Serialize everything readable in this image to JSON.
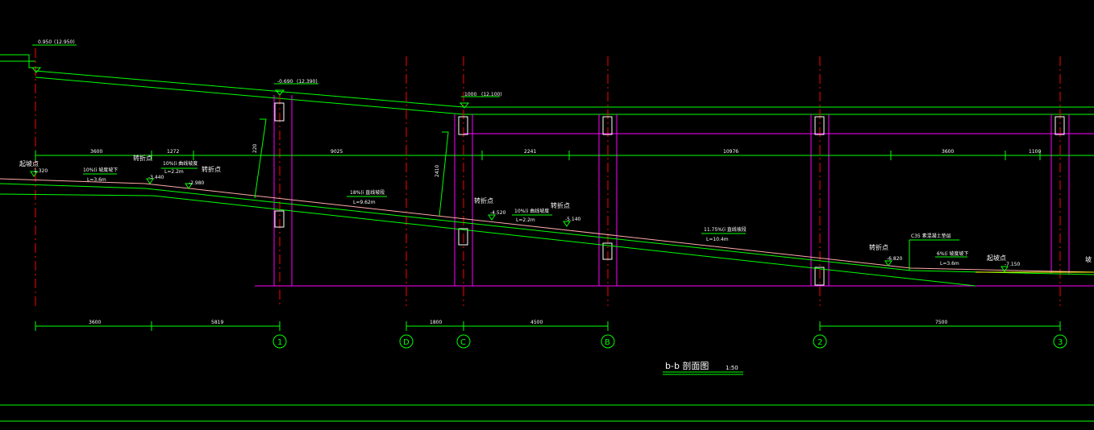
{
  "colors": {
    "background": "#000000",
    "structure": "#00ff00",
    "axis": "#ff0000",
    "column": "#ff00ff",
    "text": "#ffffff",
    "slope_top": "#ffaaaa",
    "tread": "#ffff00"
  },
  "elevations": {
    "top_left": "0.950",
    "top_left_note": "(12.950)",
    "top_mid": "-0.690",
    "top_mid_note": "(12.390)",
    "top_c": "1000",
    "top_c_note": "(12.100)"
  },
  "top_dimensions": [
    "3600",
    "1272",
    "9025",
    "2241",
    "10976",
    "3600",
    "1100"
  ],
  "bottom_dimensions": [
    "3600",
    "5819",
    "1800",
    "4500",
    "7500"
  ],
  "vertical_dims": [
    "220",
    "2410"
  ],
  "slope_notes": {
    "start_point": "起坡点",
    "start_elev": "1.320",
    "slope1": "10%(i 坡度坡下",
    "slope1_len": "L=3.6m",
    "turn1": "转折点",
    "turn1_elev": "-3.440",
    "curve1": "10%(i 曲线坡度",
    "curve1_len": "L=2.2m",
    "turn2": "转折点",
    "turn2_elev": "-2.980",
    "slope2": "18%(i 直线坡段",
    "slope2_len": "L=9.62m",
    "turn3": "转折点",
    "turn3_elev": "-4.520",
    "curve2": "10%(i 曲线坡度",
    "curve2_len": "L=2.2m",
    "turn4": "转折点",
    "turn4_elev": "-5.140",
    "slope3": "11.75%(i 直线坡段",
    "slope3_len": "L=10.4m",
    "turn5": "转折点",
    "turn5_elev": "-6.820",
    "concrete": "C35 素混凝土垫层",
    "slope4": "6%(i 坡度坡下",
    "slope4_len": "L=3.6m",
    "end_point": "起坡点",
    "end_elev": "-7.150",
    "right_edge": "坡"
  },
  "axis_labels": [
    "1",
    "D",
    "C",
    "B",
    "2",
    "3"
  ],
  "title": {
    "text": "b-b 剖面图",
    "scale": "1:50"
  }
}
